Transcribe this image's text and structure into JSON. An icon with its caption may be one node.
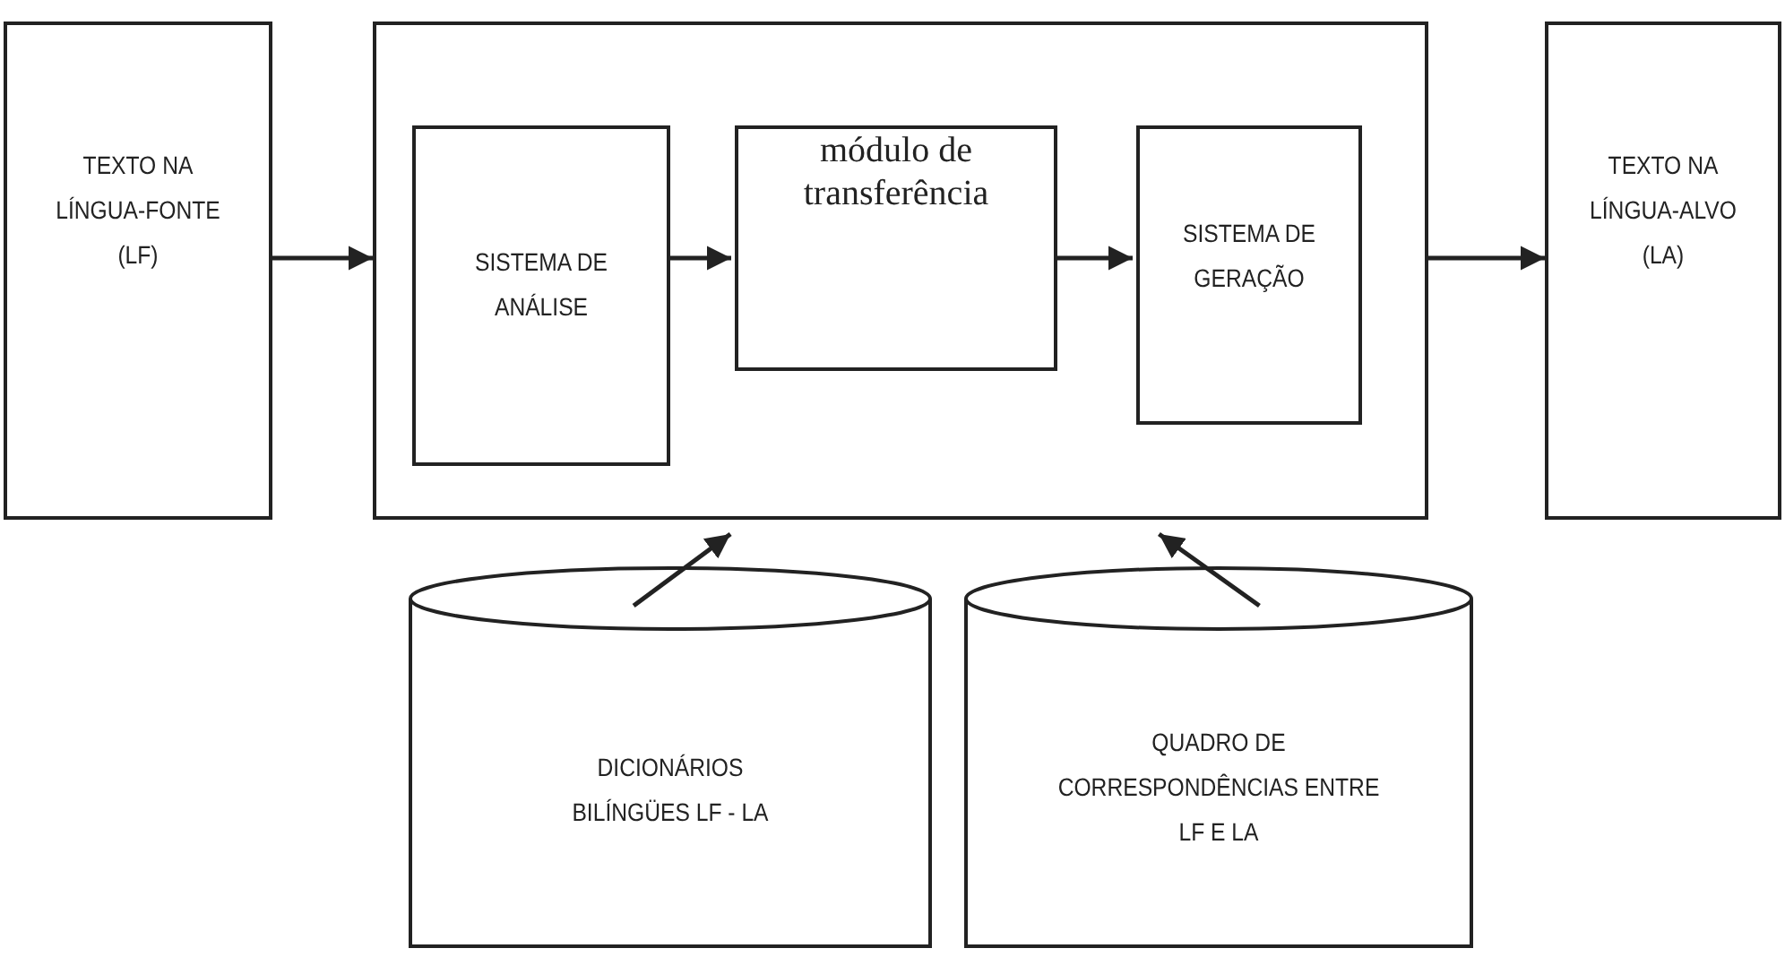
{
  "diagram": {
    "nodes": [
      {
        "text": [
          "TEXTO NA LÍNGUA-FONTE (LF)"
        ]
      },
      {
        "text": [],
        "shape": "box"
      },
      {
        "text": [
          "SISTEMA DE ANÁLISE"
        ],
        "in": 1
      },
      {
        "text": [
          "módulo de transferência"
        ],
        "in": 1
      },
      {
        "text": [
          "SISTEMA DE GERAÇÃO"
        ],
        "in": 1
      },
      {
        "text": [
          "TEXTO NA LÍNGUA-ALVO (LA)"
        ]
      },
      {
        "text": [
          "DICIONÁRIOS BILÍNGÜES LF - LA"
        ]
      },
      {
        "text": [
          "QUADRO DE CORRESPONDÊNCIAS ENTRE LF E LA"
        ]
      }
    ],
    "edges": [
      {
        "from": 0,
        "to": 1,
        "arrow": "to"
      },
      {
        "from": 2,
        "to": 3,
        "arrow": "to"
      },
      {
        "from": 3,
        "to": 4,
        "arrow": "to"
      },
      {
        "from": 1,
        "to": 5,
        "arrow": "to"
      },
      {
        "from": 6,
        "to": 1,
        "arrow": "to"
      },
      {
        "from": 7,
        "to": 1,
        "arrow": "to"
      }
    ]
  }
}
